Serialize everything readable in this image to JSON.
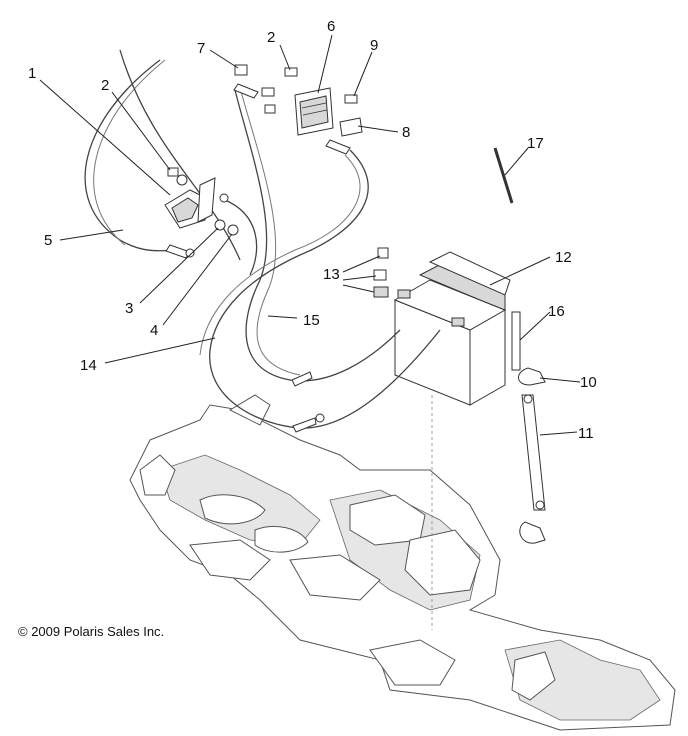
{
  "diagram": {
    "copyright": "© 2009 Polaris Sales Inc.",
    "callouts": [
      "1",
      "2",
      "2",
      "3",
      "4",
      "5",
      "6",
      "7",
      "8",
      "9",
      "10",
      "11",
      "12",
      "13",
      "14",
      "15",
      "16",
      "17"
    ]
  }
}
